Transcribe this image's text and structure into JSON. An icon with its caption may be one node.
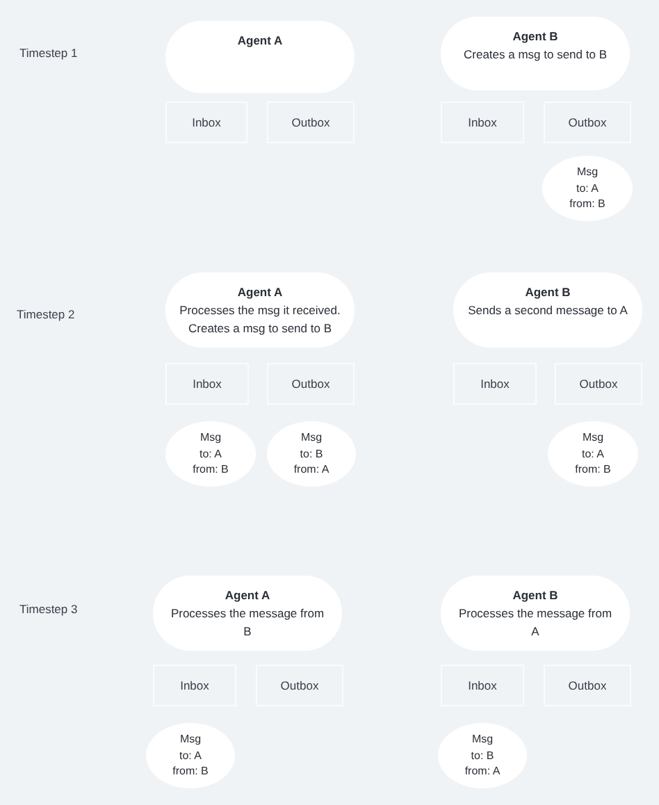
{
  "diagram": {
    "nodes": [
      {
        "text": [
          "Agent A"
        ]
      },
      {
        "text": [
          "Inbox"
        ]
      },
      {
        "text": [
          "Outbox"
        ]
      },
      {
        "text": [
          "Agent B",
          "Creates a msg to send to B"
        ]
      },
      {
        "text": [
          "Inbox"
        ]
      },
      {
        "text": [
          "Outbox"
        ]
      },
      {
        "text": [
          "Msg",
          "to: A",
          "from: B"
        ]
      },
      {
        "text": [
          "Agent A",
          "Processes the msg it received. Creates a msg to send to B"
        ]
      },
      {
        "text": [
          "Inbox"
        ]
      },
      {
        "text": [
          "Outbox"
        ]
      },
      {
        "text": [
          "Msg",
          "to: A",
          "from: B"
        ]
      },
      {
        "text": [
          "Msg",
          "to: B",
          "from: A"
        ]
      },
      {
        "text": [
          "Agent B",
          "Sends a second message to A"
        ]
      },
      {
        "text": [
          "Inbox"
        ]
      },
      {
        "text": [
          "Outbox"
        ]
      },
      {
        "text": [
          "Msg",
          "to: A",
          "from: B"
        ]
      },
      {
        "text": [
          "Agent A",
          "Processes the message from B"
        ]
      },
      {
        "text": [
          "Inbox"
        ]
      },
      {
        "text": [
          "Outbox"
        ]
      },
      {
        "text": [
          "Msg",
          "to: A",
          "from: B"
        ]
      },
      {
        "text": [
          "Agent B",
          "Processes the message from A"
        ]
      },
      {
        "text": [
          "Inbox"
        ]
      },
      {
        "text": [
          "Outbox"
        ]
      },
      {
        "text": [
          "Msg",
          "to: B",
          "from: A"
        ]
      }
    ],
    "labels": [
      "Timestep 1",
      "Timestep 2",
      "Timestep 3"
    ]
  }
}
